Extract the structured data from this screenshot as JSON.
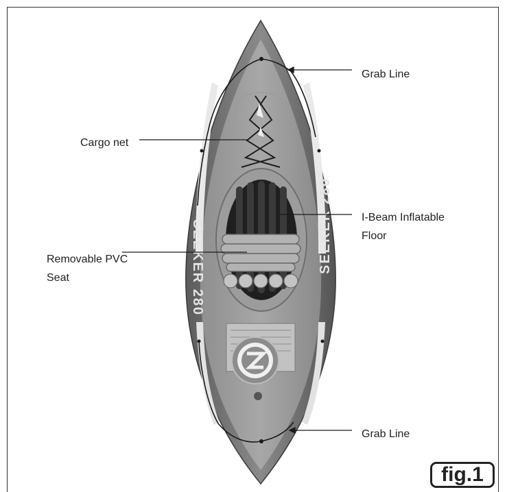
{
  "figure": {
    "labels": {
      "grab_line_top": "Grab Line",
      "cargo_net": "Cargo net",
      "floor_line1": "I-Beam Inflatable",
      "floor_line2": "Floor",
      "seat_line1": "Removable PVC",
      "seat_line2": "Seat",
      "grab_line_bottom": "Grab Line"
    },
    "side_text": "SEEKER 280",
    "fig_label": "fig.1"
  }
}
